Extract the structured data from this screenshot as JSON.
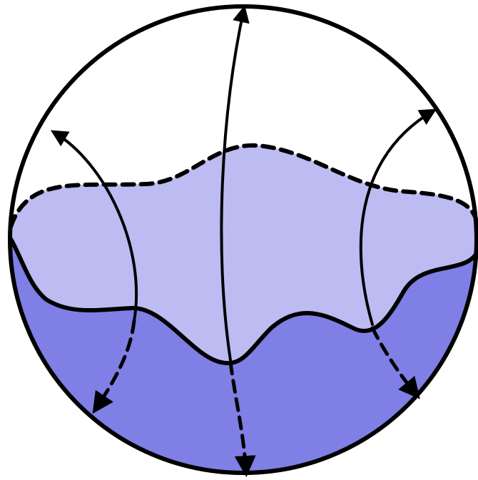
{
  "diagram": {
    "kind": "circular cross-section with wavy regions and arrows",
    "colors": {
      "background": "#ffffff",
      "outline": "#000000",
      "upper_band": "#bcbcf2",
      "lower_region": "#7f7fe6"
    },
    "line_styles": {
      "outer_boundary": "solid",
      "upper_band_top": "dashed",
      "upper_band_bottom": "solid",
      "arrows_up": "solid",
      "arrows_down": "dashed"
    }
  }
}
